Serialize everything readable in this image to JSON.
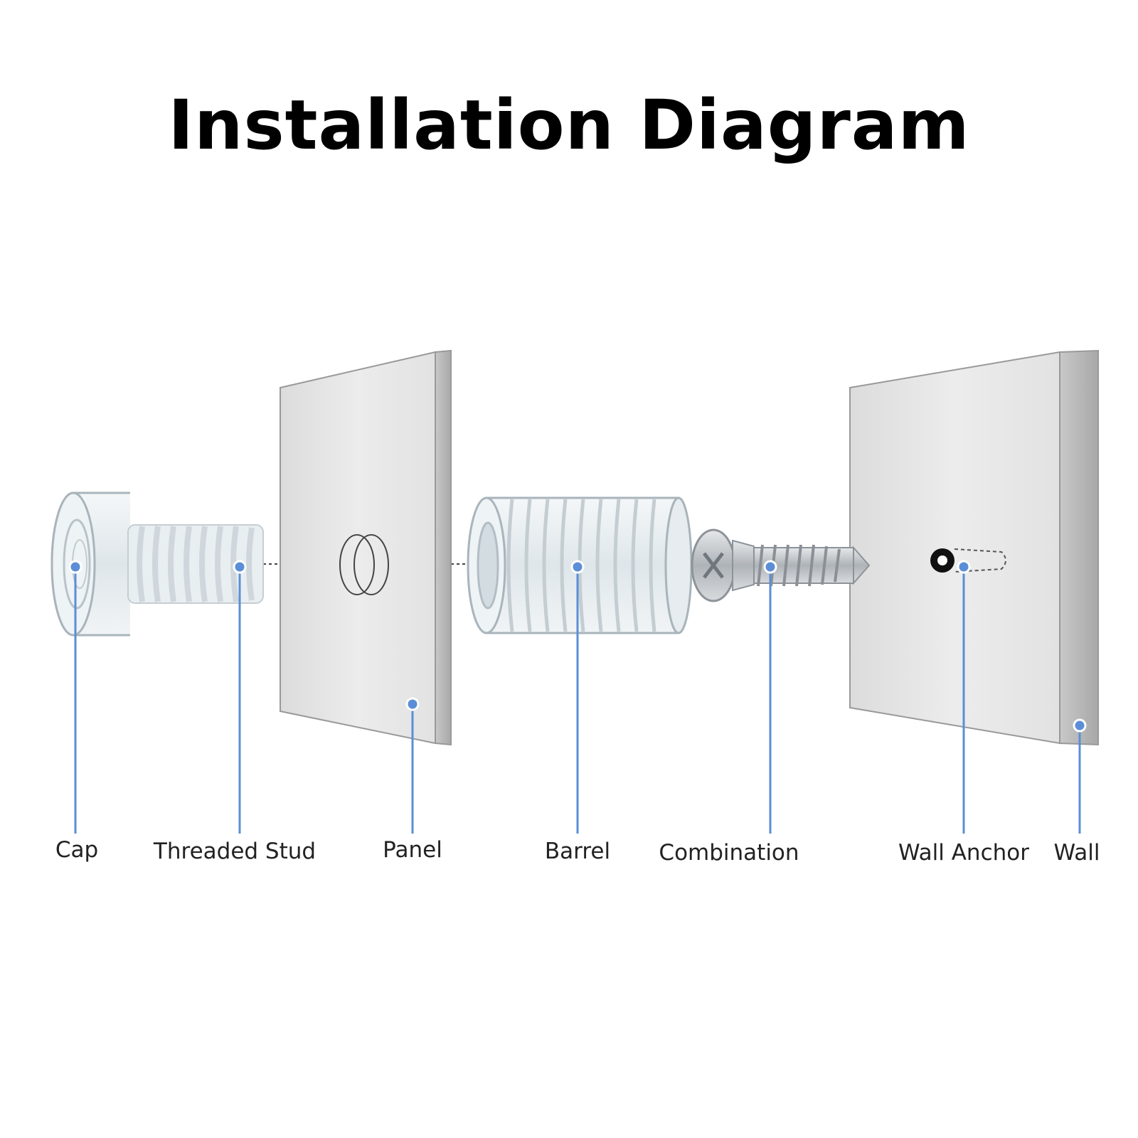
{
  "title": "Installation Diagram",
  "colors": {
    "leader_line": "#5b8ed6",
    "leader_dot": "#5b8ed6",
    "panel_face": "#e4e4e4",
    "panel_edge": "#b8b8b8",
    "part_clear": "#eef3f6",
    "part_outline": "#a9b4bb",
    "screw_metal": "#c9cdd1"
  },
  "labels": {
    "cap": "Cap",
    "threaded_stud": "Threaded Stud",
    "panel": "Panel",
    "barrel": "Barrel",
    "combination": "Combination",
    "wall_anchor": "Wall Anchor",
    "wall": "Wall"
  }
}
